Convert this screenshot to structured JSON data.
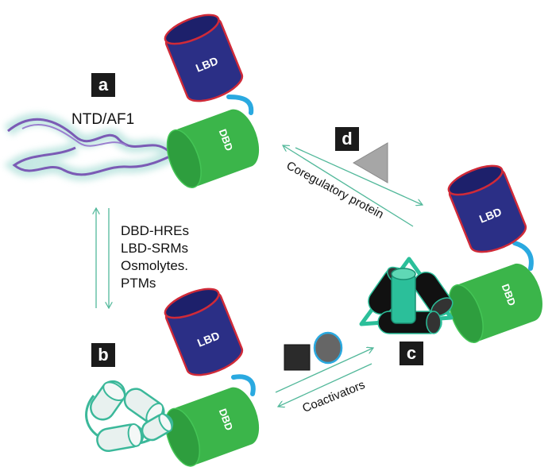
{
  "panels": {
    "a": "a",
    "b": "b",
    "c": "c",
    "d": "d"
  },
  "domains": {
    "lbd": "LBD",
    "dbd": "DBD"
  },
  "labels": {
    "ntd": "NTD/AF1",
    "coregulatory": "Coregulatory protein",
    "coactivators": "Coactivators"
  },
  "factors": [
    "DBD-HREs",
    "LBD-SRMs",
    "Osmolytes.",
    "PTMs"
  ],
  "colors": {
    "lbd_fill": "#2b2f86",
    "lbd_outline": "#d02a38",
    "dbd_fill": "#3bb54a",
    "dbd_dark": "#2e9e3e",
    "linker": "#2aa9e0",
    "ntd": "#7b5bb5",
    "arrow": "#52b89a",
    "triangle": "#a6a6a6",
    "square": "#2b2b2b",
    "circle": "#666666"
  }
}
